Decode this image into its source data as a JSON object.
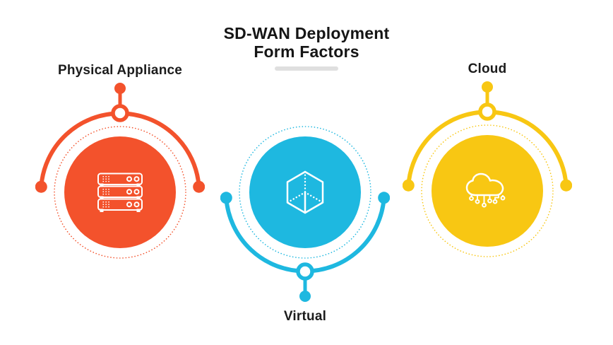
{
  "title": {
    "line1": "SD-WAN Deployment",
    "line2": "Form Factors"
  },
  "badges": [
    {
      "label": "Physical Appliance",
      "icon": "server-rack-icon",
      "color": "#F3522C",
      "color_name": "orange",
      "label_position": "top"
    },
    {
      "label": "Virtual",
      "icon": "cube-icon",
      "color": "#1EB8E0",
      "color_name": "cyan",
      "label_position": "bottom"
    },
    {
      "label": "Cloud",
      "icon": "cloud-circuit-icon",
      "color": "#F8C713",
      "color_name": "yellow",
      "label_position": "top"
    }
  ],
  "colors": {
    "background": "#FFFFFF",
    "title_text": "#151515",
    "label_text": "#1C1C1C",
    "underline": "#DFDFDF",
    "orange": "#F3522C",
    "cyan": "#1EB8E0",
    "yellow": "#F8C713",
    "icon_stroke": "#FFFFFF"
  }
}
